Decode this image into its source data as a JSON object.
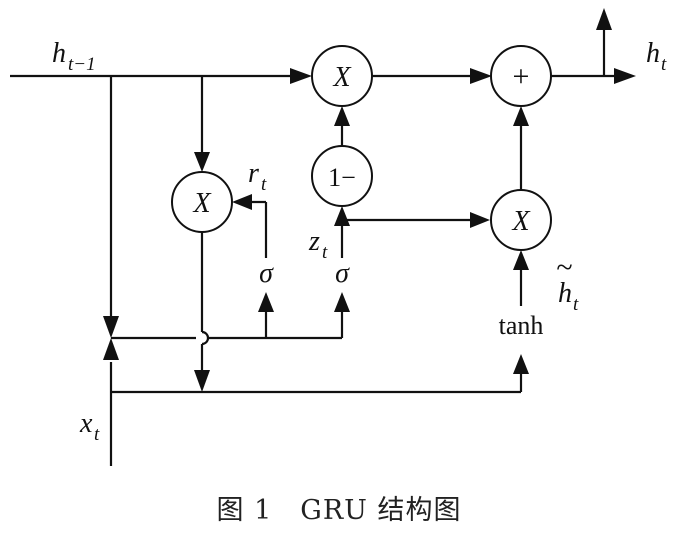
{
  "labels": {
    "h_prev": {
      "base": "h",
      "sub": "t−1"
    },
    "h_out": {
      "base": "h",
      "sub": "t"
    },
    "x_in": {
      "base": "x",
      "sub": "t"
    },
    "reset": {
      "base": "r",
      "sub": "t"
    },
    "update": {
      "base": "z",
      "sub": "t"
    },
    "candidate": {
      "base": "h",
      "sub": "t",
      "accent": "~"
    },
    "sigma_r": "σ",
    "sigma_z": "σ",
    "tanh": "tanh"
  },
  "nodes": {
    "mult_top": "X",
    "mult_reset": "X",
    "mult_candidate": "X",
    "one_minus": "1−",
    "plus": "+"
  },
  "caption": "图 1　GRU 结构图"
}
